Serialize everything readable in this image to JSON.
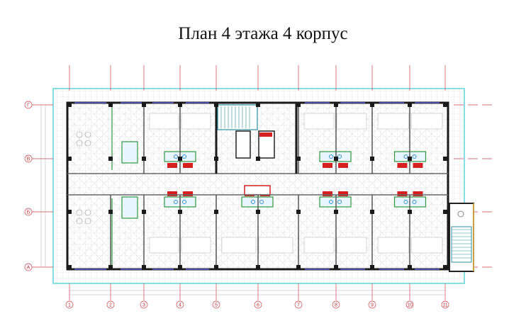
{
  "title": "План 4 этажа 4 корпус",
  "axes": {
    "columns": [
      "1",
      "2",
      "3",
      "4",
      "5",
      "6",
      "7",
      "8",
      "9",
      "10",
      "11"
    ],
    "rows": [
      "Г",
      "В",
      "Б",
      "А"
    ]
  },
  "colors": {
    "axis": "#d0404a",
    "wall": "#1a1a1a",
    "outline": "#5fd4d8",
    "stair": "#2a8fa0",
    "bathroom": "#2e9a3c",
    "fixture_red": "#d42020",
    "fixture_blue": "#3a8fd0",
    "tile": "#dcdcdc"
  }
}
